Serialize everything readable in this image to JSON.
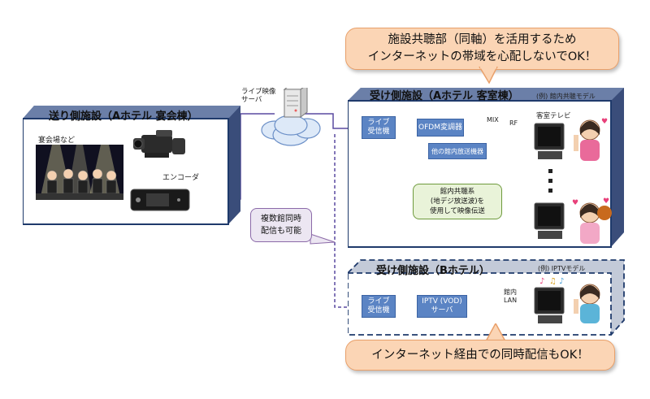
{
  "top_callout": {
    "line1": "施設共聴部（同軸）を活用するため",
    "line2": "インターネットの帯域を心配しないでOK！"
  },
  "bottom_callout": {
    "text": "インターネット経由での同時配信もOK！"
  },
  "sender": {
    "title": "送り側施設（Aホテル 宴会棟）",
    "venue_label": "宴会場など",
    "encoder_label": "エンコーダ"
  },
  "server": {
    "label_line1": "ライブ映像",
    "label_line2": "サーバ"
  },
  "multi_note": {
    "line1": "複数館同時",
    "line2": "配信も可能"
  },
  "receiver_a": {
    "title": "受け側施設（Aホテル 客室棟）",
    "model": "(例) 館内共聴モデル",
    "live_receiver": "ライブ\n受信機",
    "ofdm": "OFDM変調器",
    "other_device": "他の館内放送機器",
    "mix": "MIX",
    "rf": "RF",
    "tv_label": "客室テレビ",
    "note": "館内共聴系\n(地デジ放送波)を\n使用して映像伝送"
  },
  "receiver_b": {
    "title": "受け側施設（Bホテル）",
    "model": "(例) IPTVモデル",
    "live_receiver": "ライブ\n受信機",
    "iptv": "IPTV (VOD)\nサーバ",
    "lan_label": "館内\nLAN"
  },
  "colors": {
    "line_blue": "#5a4aa0",
    "box_blue": "#5b84c4",
    "green": "#6e9a3c",
    "navy": "#1f3a6b",
    "callout": "#fbd5b5"
  }
}
